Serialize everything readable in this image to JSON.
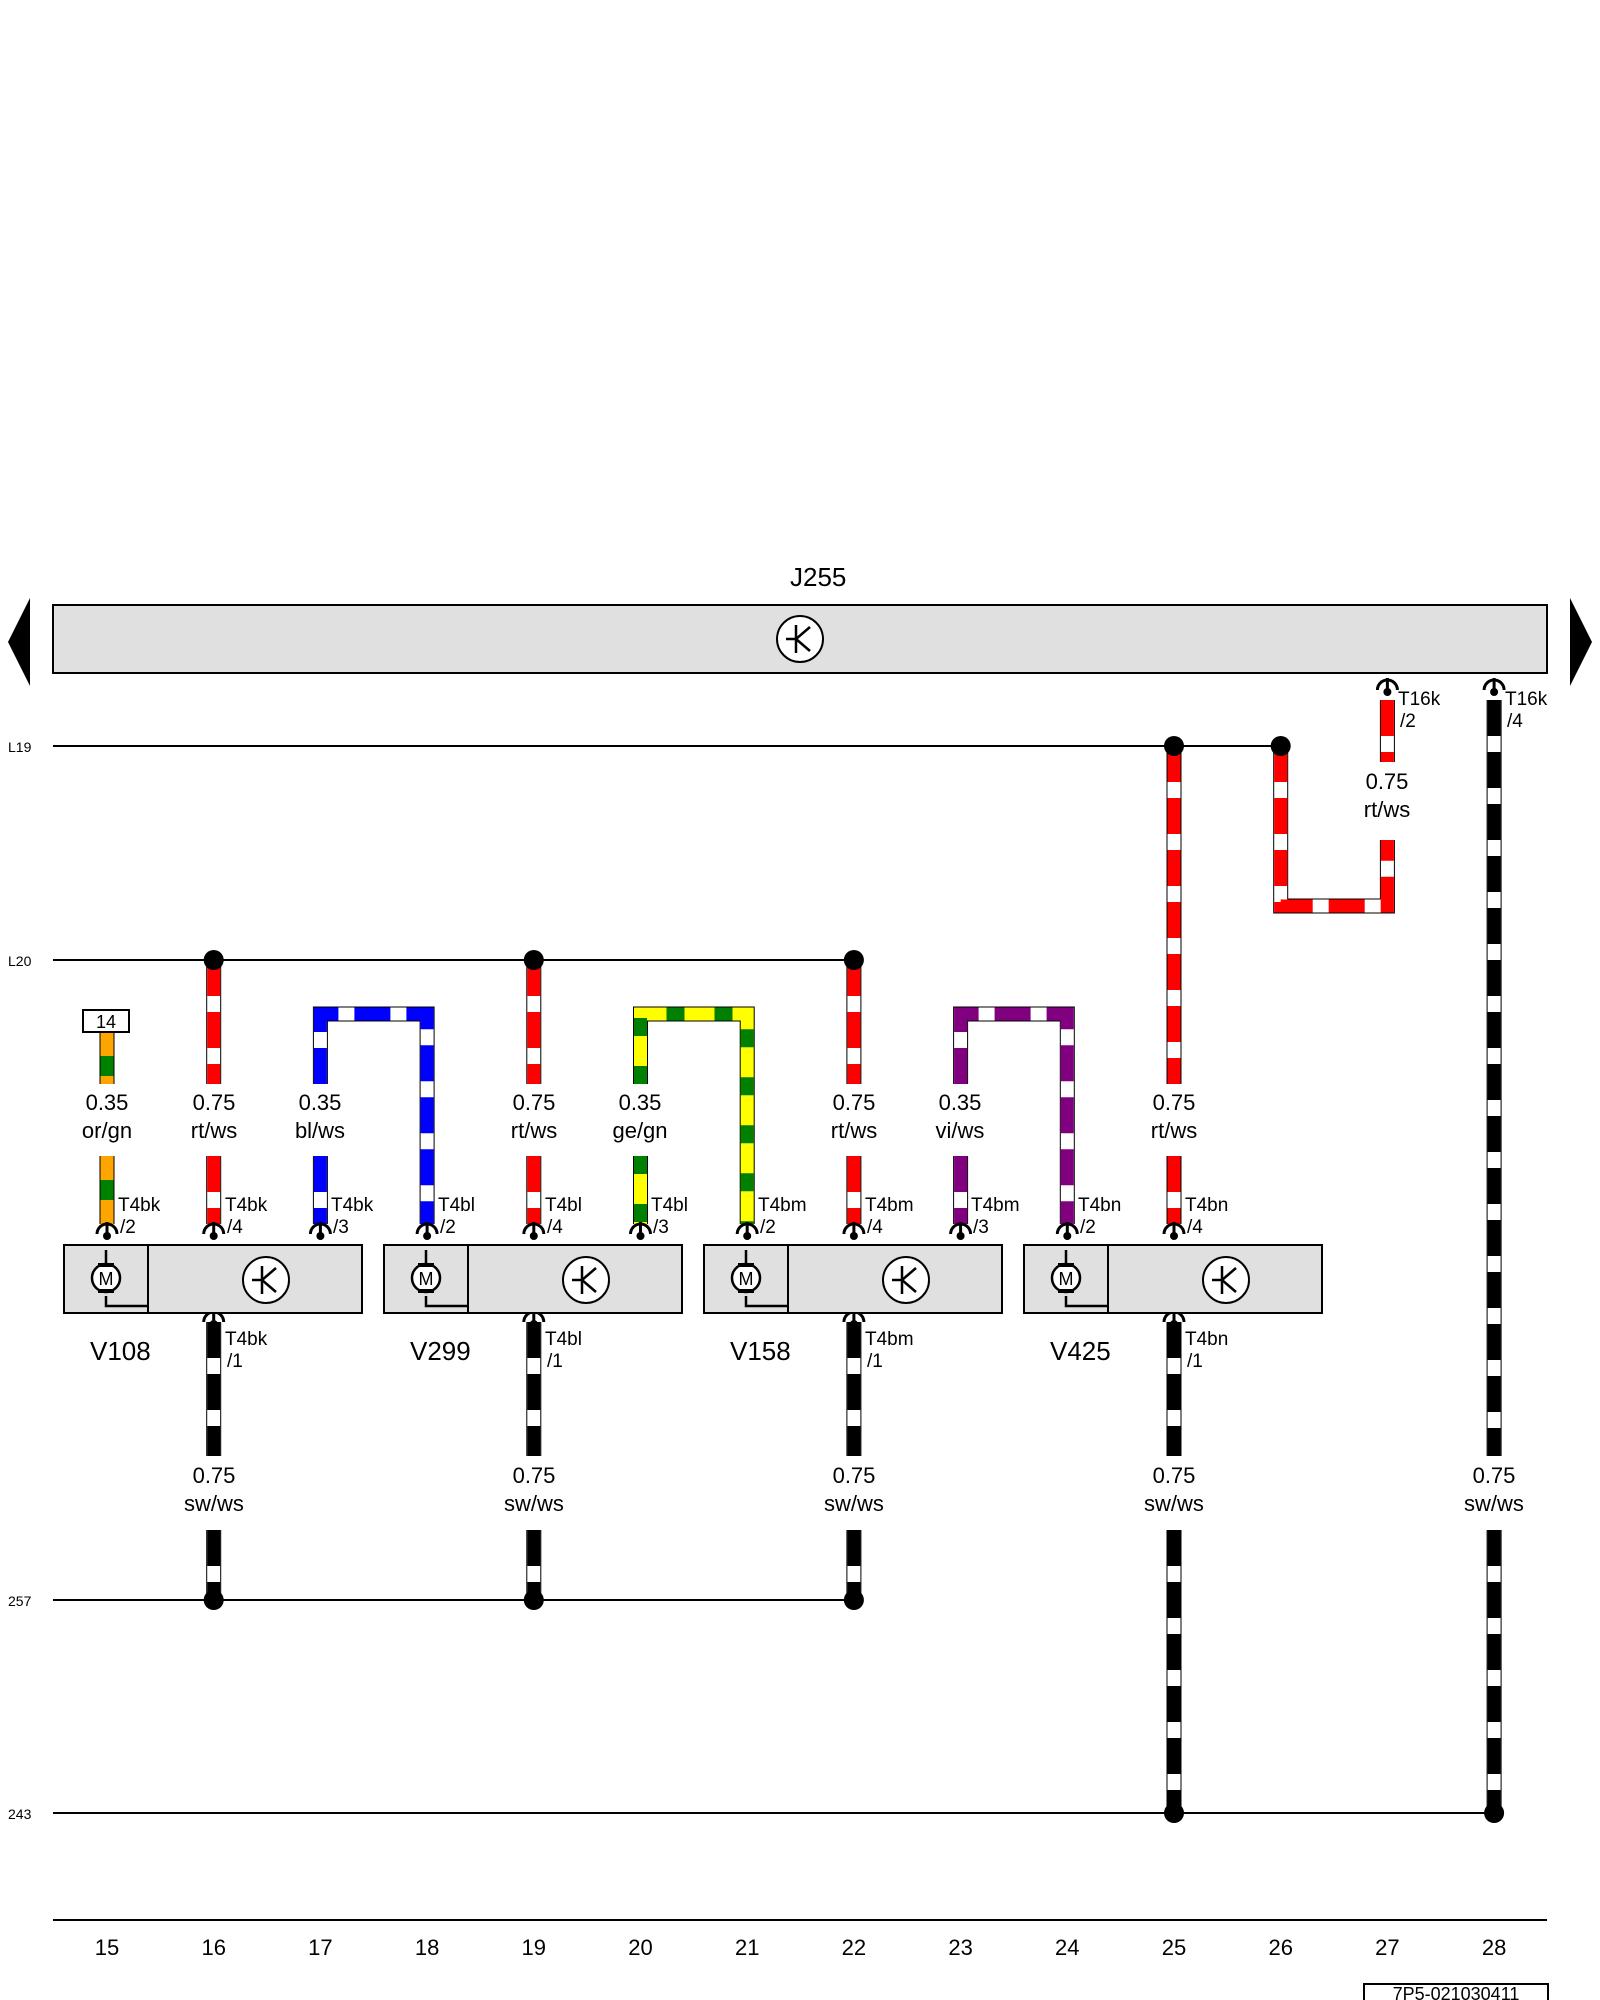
{
  "control_unit": {
    "name": "J255"
  },
  "buses": [
    {
      "id": "L19",
      "label": "L19"
    },
    {
      "id": "L20",
      "label": "L20"
    },
    {
      "id": "257",
      "label": "257"
    },
    {
      "id": "243",
      "label": "243"
    }
  ],
  "columns": [
    "15",
    "16",
    "17",
    "18",
    "19",
    "20",
    "21",
    "22",
    "23",
    "24",
    "25",
    "26",
    "27",
    "28"
  ],
  "components": [
    {
      "id": "V108",
      "label": "V108"
    },
    {
      "id": "V299",
      "label": "V299"
    },
    {
      "id": "V158",
      "label": "V158"
    },
    {
      "id": "V425",
      "label": "V425"
    }
  ],
  "wire_labels": [
    {
      "size": "0.35",
      "color": "or/gn"
    },
    {
      "size": "0.75",
      "color": "rt/ws"
    },
    {
      "size": "0.35",
      "color": "bl/ws"
    },
    {
      "size": "0.75",
      "color": "rt/ws"
    },
    {
      "size": "0.35",
      "color": "ge/gn"
    },
    {
      "size": "0.75",
      "color": "rt/ws"
    },
    {
      "size": "0.35",
      "color": "vi/ws"
    },
    {
      "size": "0.75",
      "color": "rt/ws"
    },
    {
      "size": "0.75",
      "color": "rt/ws"
    },
    {
      "size": "0.75",
      "color": "sw/ws"
    },
    {
      "size": "0.75",
      "color": "sw/ws"
    },
    {
      "size": "0.75",
      "color": "sw/ws"
    },
    {
      "size": "0.75",
      "color": "sw/ws"
    },
    {
      "size": "0.75",
      "color": "sw/ws"
    }
  ],
  "pins": [
    {
      "conn": "T4bk",
      "pin": "/2"
    },
    {
      "conn": "T4bk",
      "pin": "/4"
    },
    {
      "conn": "T4bk",
      "pin": "/3"
    },
    {
      "conn": "T4bl",
      "pin": "/2"
    },
    {
      "conn": "T4bl",
      "pin": "/4"
    },
    {
      "conn": "T4bl",
      "pin": "/3"
    },
    {
      "conn": "T4bm",
      "pin": "/2"
    },
    {
      "conn": "T4bm",
      "pin": "/4"
    },
    {
      "conn": "T4bm",
      "pin": "/3"
    },
    {
      "conn": "T4bn",
      "pin": "/2"
    },
    {
      "conn": "T4bn",
      "pin": "/4"
    },
    {
      "conn": "T4bk",
      "pin": "/1"
    },
    {
      "conn": "T4bl",
      "pin": "/1"
    },
    {
      "conn": "T4bm",
      "pin": "/1"
    },
    {
      "conn": "T4bn",
      "pin": "/1"
    },
    {
      "conn": "T16k",
      "pin": "/2"
    },
    {
      "conn": "T16k",
      "pin": "/4"
    }
  ],
  "reference_box": "14",
  "motor_symbol": "M",
  "footer_code": "7P5-021030411",
  "wire_colors": {
    "red": "#ff0000",
    "white": "#ffffff",
    "blue": "#0000ff",
    "green": "#008000",
    "yellow": "#ffff00",
    "violet": "#800080",
    "orange": "#ffa500",
    "black": "#000000"
  }
}
